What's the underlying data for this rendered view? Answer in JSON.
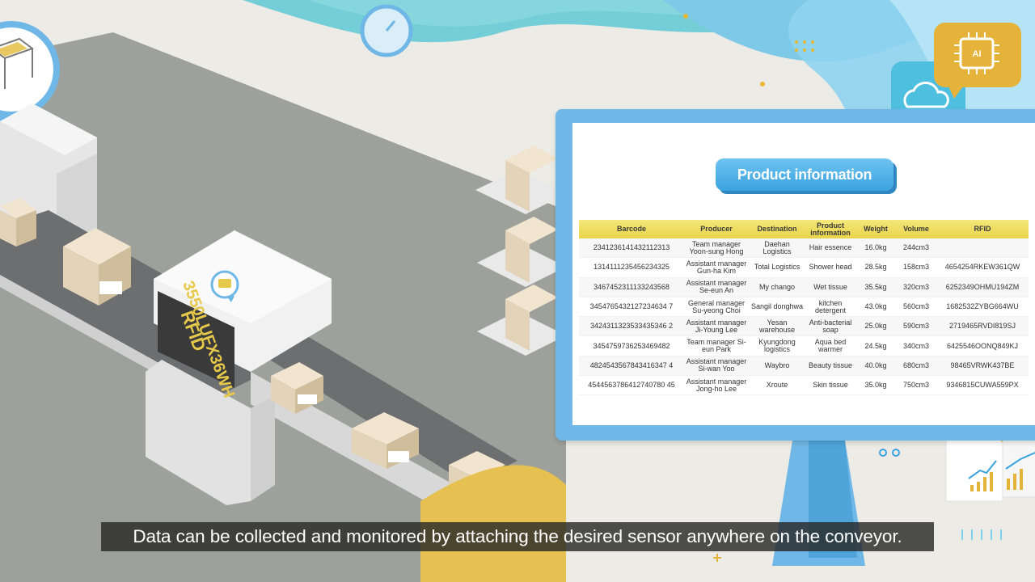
{
  "panel": {
    "title": "Product information",
    "columns": [
      "Barcode",
      "Producer",
      "Destination",
      "Product information",
      "Weight",
      "Volume",
      "RFID"
    ],
    "rows": [
      [
        "2341236141432112313",
        "Team manager Yoon-sung Hong",
        "Daehan Logistics",
        "Hair essence",
        "16.0kg",
        "244cm3",
        ""
      ],
      [
        "1314111235456234325",
        "Assistant manager Gun-ha Kim",
        "Total Logistics",
        "Shower head",
        "28.5kg",
        "158cm3",
        "4654254RKEW361QW"
      ],
      [
        "3467452311133243568",
        "Assistant manager Se-eun An",
        "My chango",
        "Wet tissue",
        "35.5kg",
        "320cm3",
        "6252349OHMU194ZM"
      ],
      [
        "3454765432127234634 7",
        "General manager Su-yeong Choi",
        "Sangil donghwa",
        "kitchen detergent",
        "43.0kg",
        "560cm3",
        "1682532ZYBG664WU"
      ],
      [
        "3424311323533435346 2",
        "Assistant manager Ji-Young Lee",
        "Yesan warehouse",
        "Anti-bacterial soap",
        "25.0kg",
        "590cm3",
        "2719465RVDI819SJ"
      ],
      [
        "3454759736253469482",
        "Team manager Si-eun Park",
        "Kyungdong logistics",
        "Aqua bed warmer",
        "24.5kg",
        "340cm3",
        "6425546OONQ849KJ"
      ],
      [
        "4824543567843416347 4",
        "Assistant manager Si-wan Yoo",
        "Waybro",
        "Beauty tissue",
        "40.0kg",
        "680cm3",
        "98465VRWK437BE"
      ],
      [
        "4544563786412740780 45",
        "Assistant manager Jong-ho Lee",
        "Xroute",
        "Skin tissue",
        "35.0kg",
        "750cm3",
        "9346815CUWA559PX"
      ]
    ]
  },
  "gate_sign": {
    "line1": "RFID",
    "line2": "3550LUFX36WH"
  },
  "badge": {
    "label": "AI"
  },
  "subtitle": "Data can be collected and monitored by attaching the desired sensor anywhere on the conveyor.",
  "colors": {
    "accent_blue": "#3aa3e0",
    "header_yellow": "#e8d34a",
    "sign_yellow": "#e6c84a"
  }
}
